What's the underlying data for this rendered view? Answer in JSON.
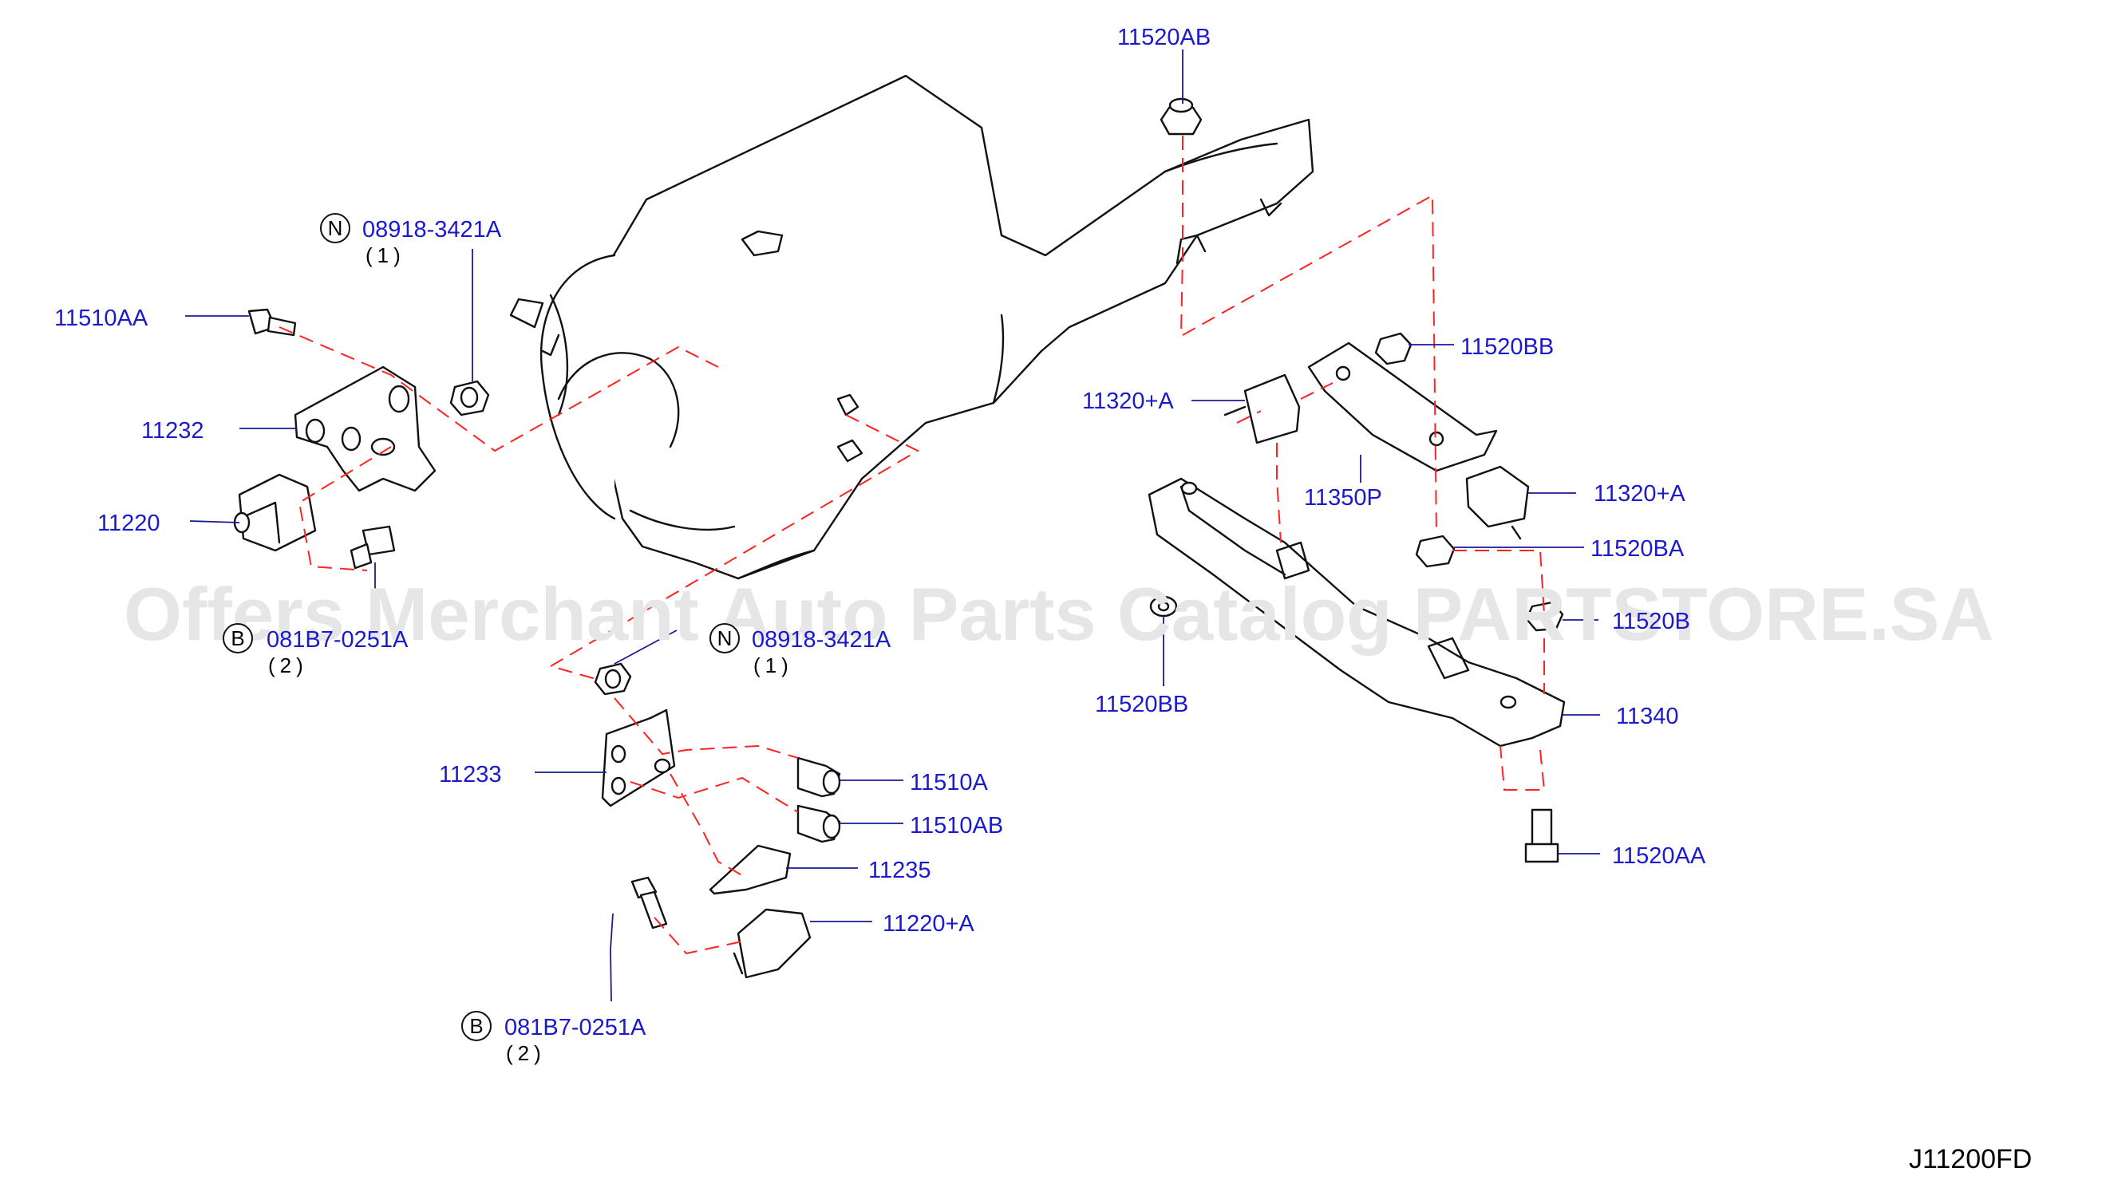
{
  "theme": {
    "label_color": "#1a1acc",
    "dash_color": "#ff2222",
    "ink_color": "#111111"
  },
  "watermark": "Offers Merchant Auto Parts Catalog PARTSTORE.SA",
  "diagram_code": "J11200FD",
  "parts": {
    "p11520AB": "11520AB",
    "p11510AA": "11510AA",
    "p11232": "11232",
    "p11220": "11220",
    "p11520BB_top": "11520BB",
    "p11320A_left": "11320+A",
    "p11350P": "11350P",
    "p11320A_right": "11320+A",
    "p11520BA": "11520BA",
    "p11520B": "11520B",
    "p11520BB_bottom": "11520BB",
    "p11340": "11340",
    "p11233": "11233",
    "p11510A": "11510A",
    "p11510AB": "11510AB",
    "p11235": "11235",
    "p11220A": "11220+A",
    "p11520AA": "11520AA"
  },
  "callouts": {
    "n_top": {
      "letter": "N",
      "number": "08918-3421A",
      "qty": "(1)"
    },
    "b_mid": {
      "letter": "B",
      "number": "081B7-0251A",
      "qty": "(2)"
    },
    "n_mid": {
      "letter": "N",
      "number": "08918-3421A",
      "qty": "(1)"
    },
    "b_bottom": {
      "letter": "B",
      "number": "081B7-0251A",
      "qty": "(2)"
    }
  }
}
